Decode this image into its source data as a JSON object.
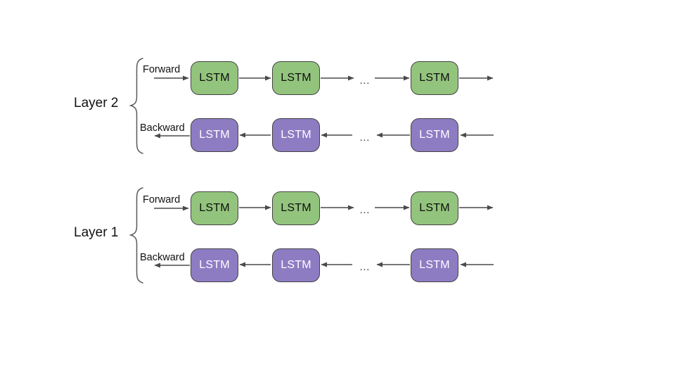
{
  "diagram": {
    "cell_label": "LSTM",
    "ellipsis": "...",
    "layers": [
      {
        "name": "Layer 2",
        "forward_label": "Forward",
        "backward_label": "Backward"
      },
      {
        "name": "Layer 1",
        "forward_label": "Forward",
        "backward_label": "Backward"
      }
    ],
    "colors": {
      "forward_cell": "#93c47d",
      "backward_cell": "#8e7cc3",
      "cell_border": "#434343",
      "arrow": "#4a4a4a",
      "brace": "#595959",
      "forward_cell_text": "#0e0e0e",
      "backward_cell_text": "#ffffff",
      "label_text": "#111111",
      "background": "#ffffff"
    }
  }
}
